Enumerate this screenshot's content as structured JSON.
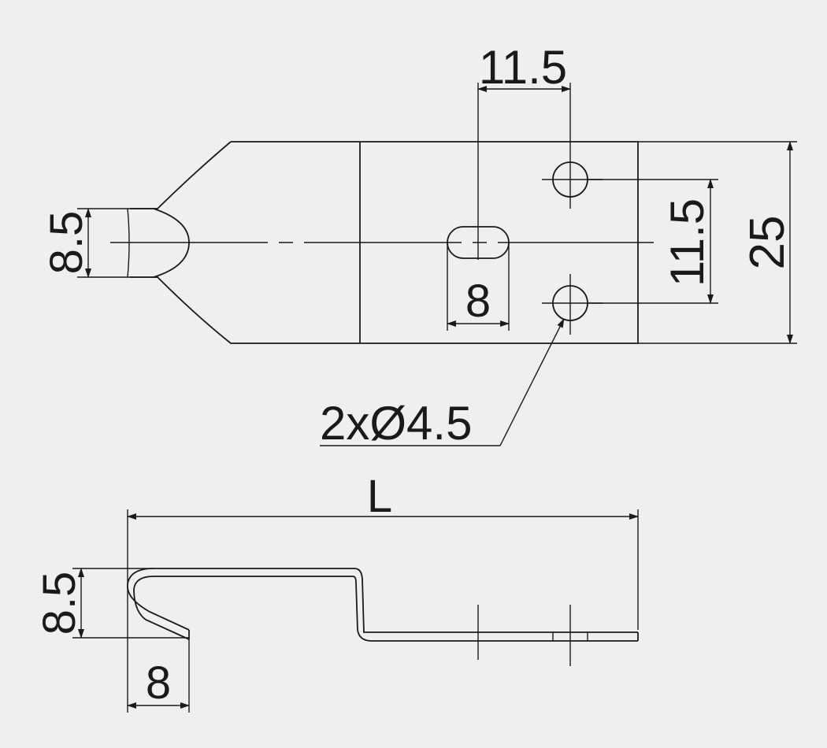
{
  "top_view": {
    "dim_hole_spacing_h": "11.5",
    "dim_hole_spacing_v": "11.5",
    "dim_width": "25",
    "dim_hook_gap": "8.5",
    "dim_slot_length": "8",
    "callout_holes": "2xØ4.5"
  },
  "side_view": {
    "dim_length": "L",
    "dim_hook_height": "8.5",
    "dim_hook_depth": "8"
  }
}
